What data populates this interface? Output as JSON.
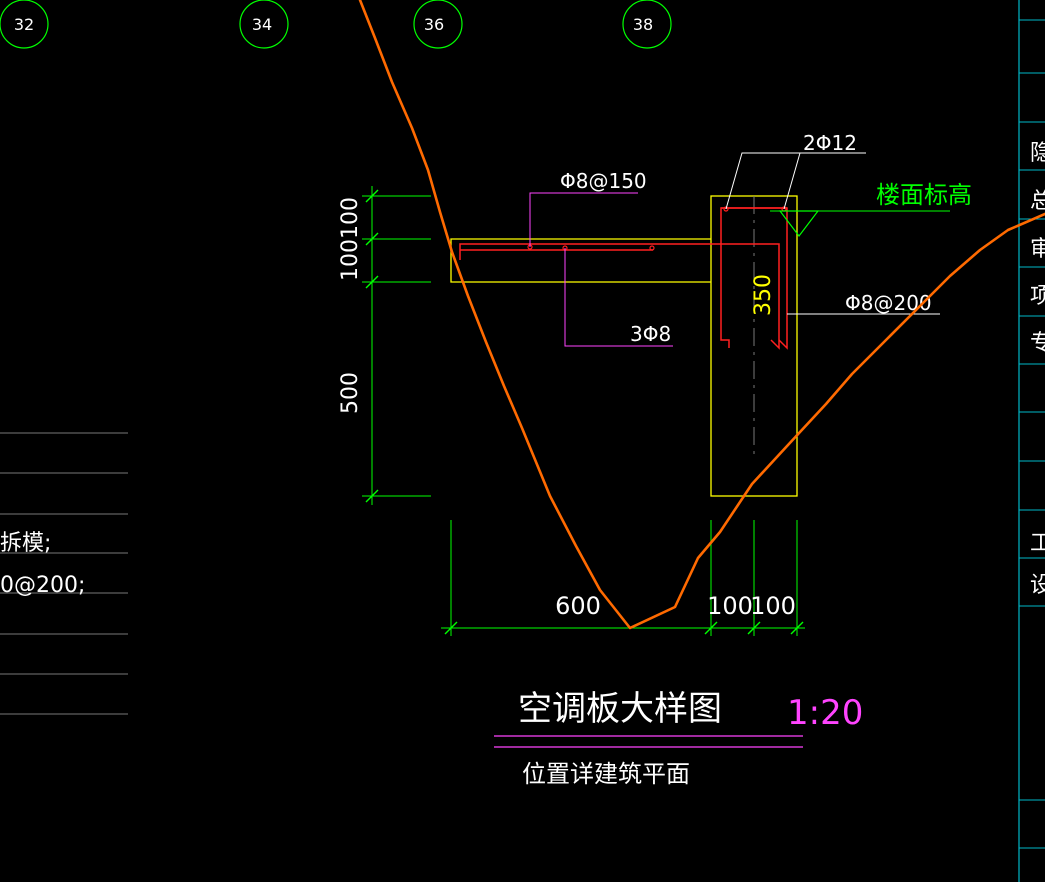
{
  "grid_axes": [
    "32",
    "34",
    "36",
    "38"
  ],
  "rebar": {
    "slab_bars": "Φ8@150",
    "top_bars": "2Φ12",
    "dist_bars": "3Φ8",
    "stirrups": "Φ8@200"
  },
  "level_label": "楼面标高",
  "dims": {
    "v_top_1": "100",
    "v_top_2": "100",
    "v_500": "500",
    "v_350": "350",
    "h_600": "600",
    "h_100a": "100",
    "h_100b": "100"
  },
  "title": "空调板大样图",
  "scale": "1:20",
  "subtitle": "位置详建筑平面",
  "left_notes": [
    "拆模;",
    "0@200;"
  ],
  "right_cut_chars": [
    "",
    "隐",
    "总",
    "审",
    "项",
    "专",
    "",
    "",
    "",
    "",
    "工",
    "设"
  ],
  "colors": {
    "green": "#00ff00",
    "yellow": "#ffff00",
    "red": "#ff2020",
    "magenta": "#ff44ff",
    "orange": "#ff6a00",
    "white": "#ffffff",
    "cyan": "#00b7c7",
    "gray": "#777777"
  }
}
